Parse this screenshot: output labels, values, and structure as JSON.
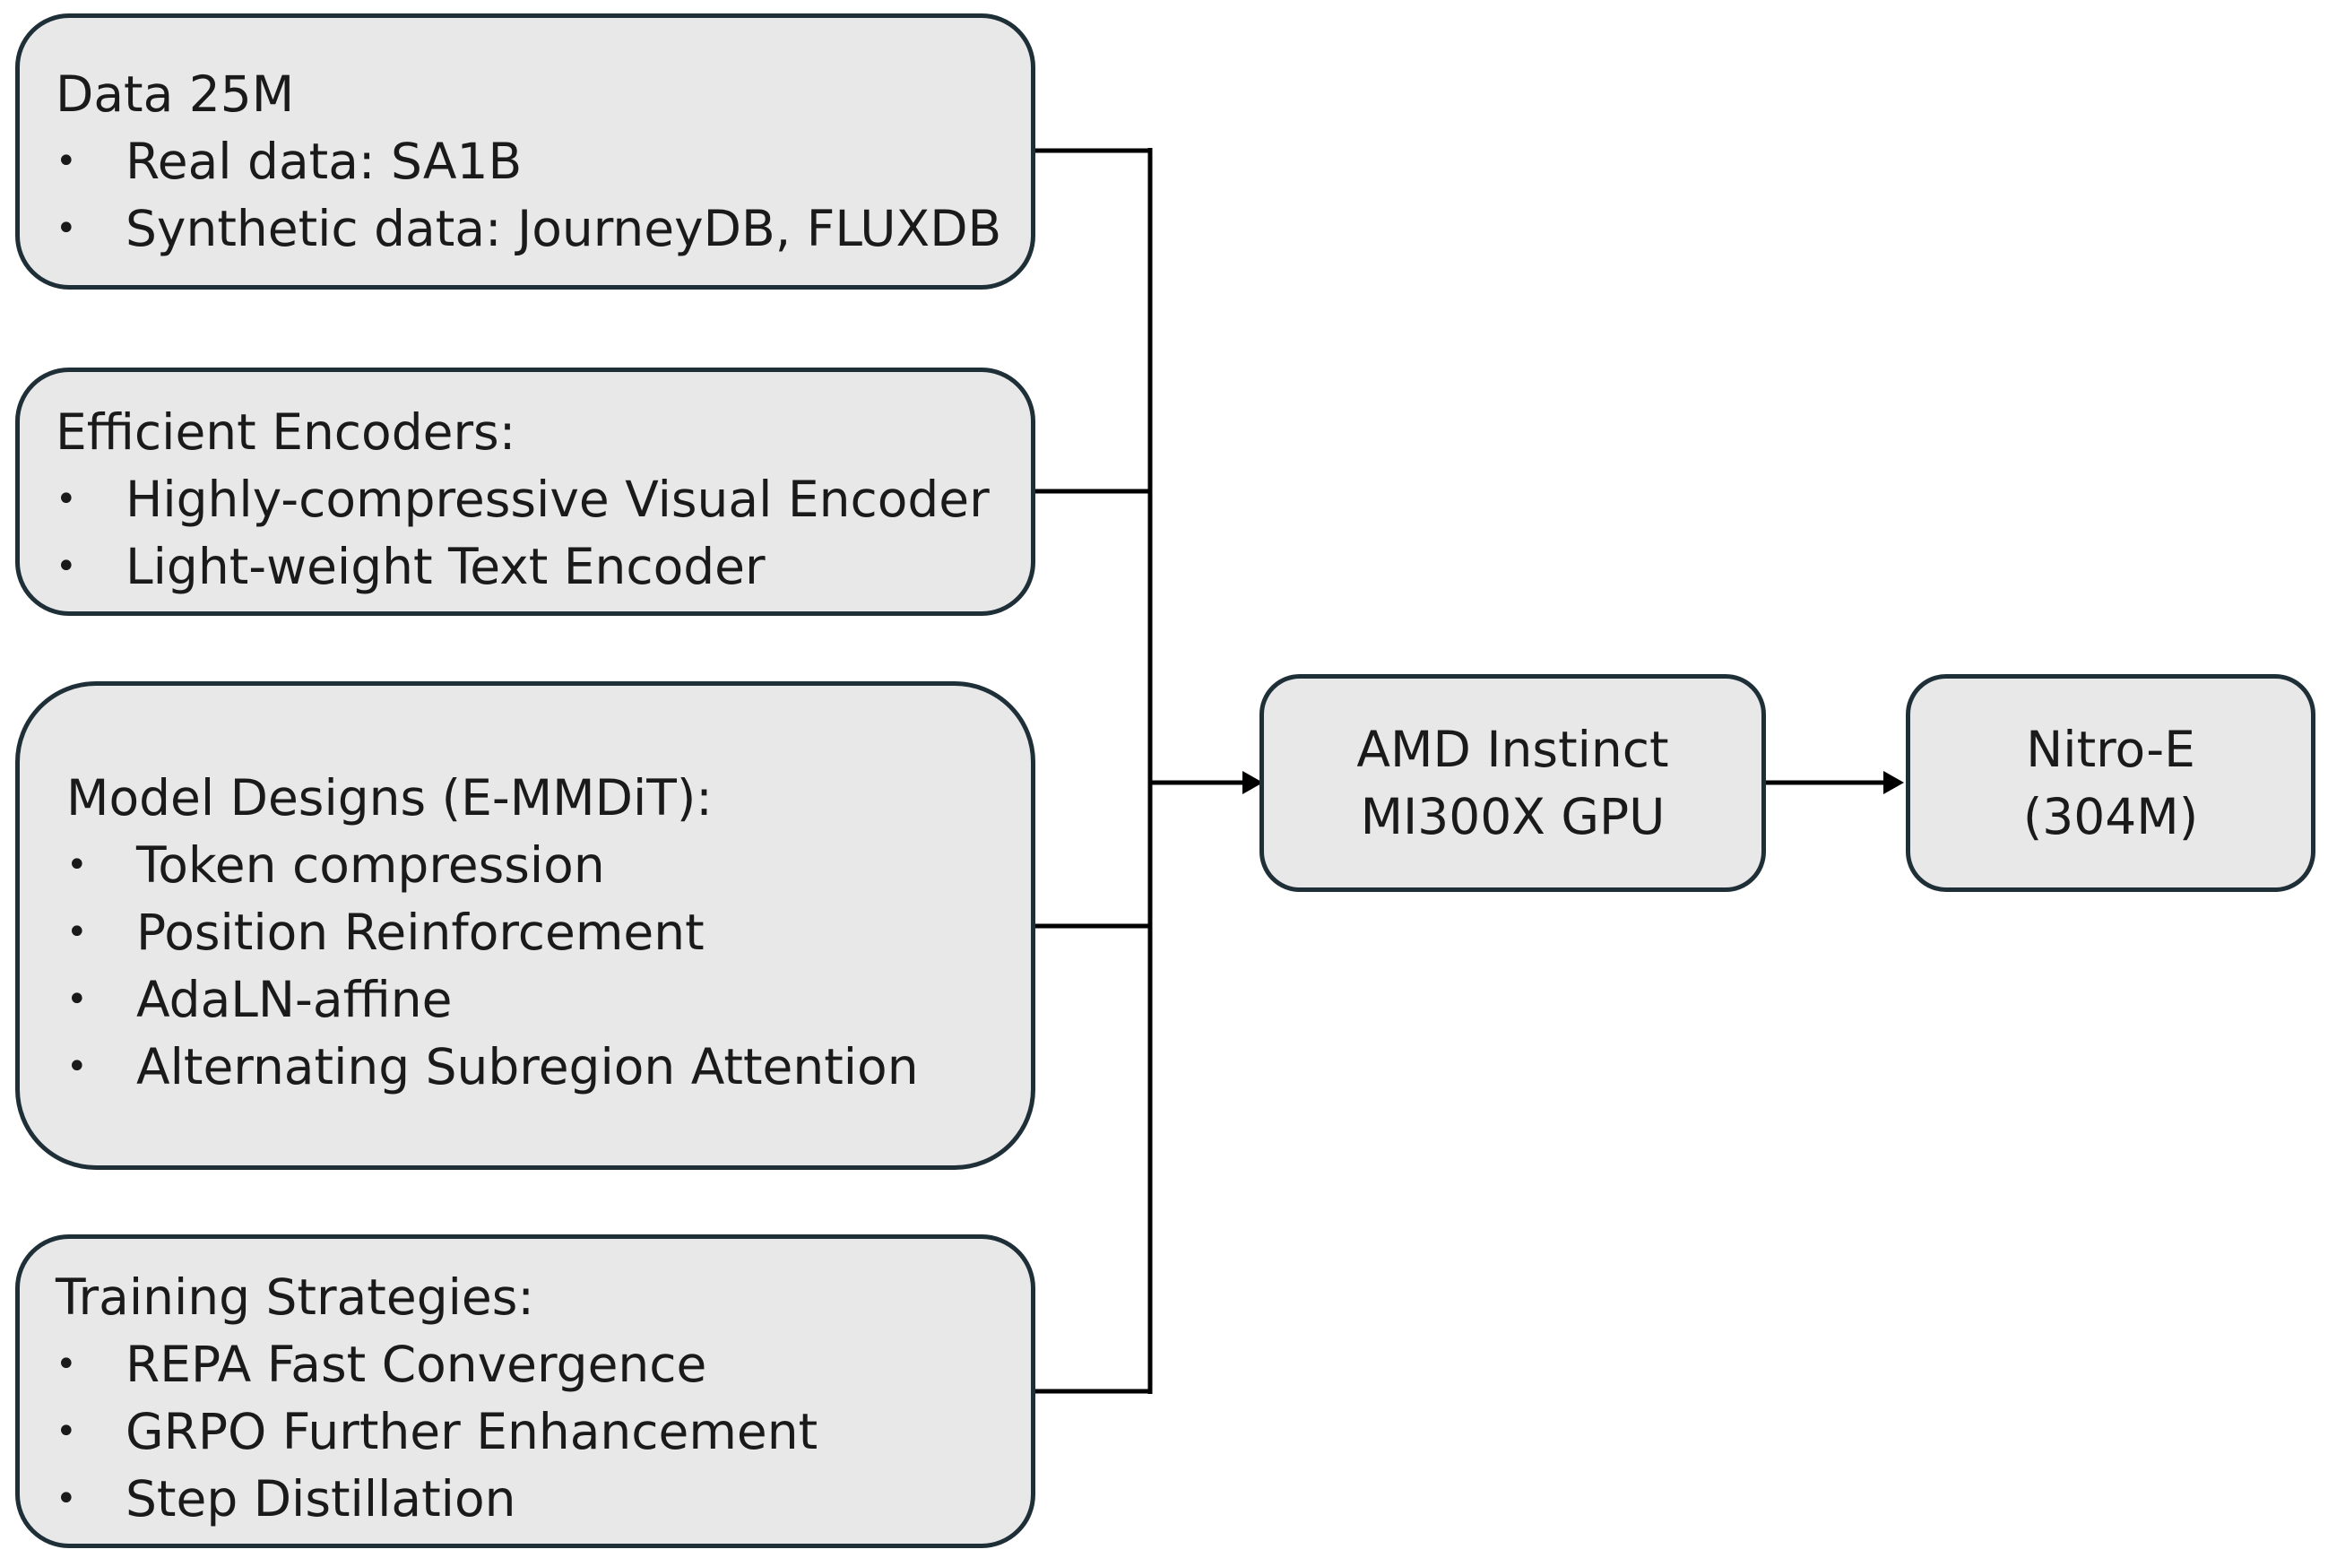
{
  "boxes": {
    "data": {
      "title": "Data 25M",
      "items": [
        "Real data: SA1B",
        "Synthetic data: JourneyDB, FLUXDB"
      ]
    },
    "encoders": {
      "title": "Efficient Encoders:",
      "items": [
        "Highly-compressive Visual Encoder",
        "Light-weight Text Encoder"
      ]
    },
    "model": {
      "title": "Model Designs (E-MMDiT):",
      "items": [
        "Token compression",
        "Position Reinforcement",
        "AdaLN-affine",
        "Alternating Subregion Attention"
      ]
    },
    "training": {
      "title": "Training Strategies:",
      "items": [
        "REPA Fast Convergence",
        "GRPO Further Enhancement",
        "Step Distillation"
      ]
    },
    "gpu": {
      "line1": "AMD Instinct",
      "line2": "MI300X GPU"
    },
    "output": {
      "line1": "Nitro-E",
      "line2": "(304M)"
    }
  },
  "bullet_glyph": "•",
  "colors": {
    "box_fill": "#e8e8e8",
    "box_border": "#1f2f38",
    "line": "#000000"
  }
}
